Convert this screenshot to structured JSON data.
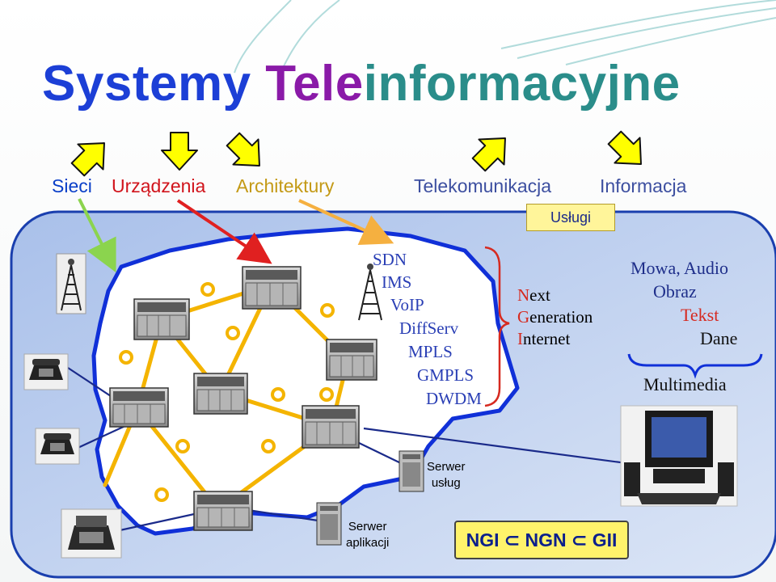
{
  "title": {
    "part1": "Systemy",
    "part2": "Tele",
    "part3": "informacyjne"
  },
  "categories": [
    {
      "label": "Sieci",
      "color": "#0a3fc8"
    },
    {
      "label": "Urządzenia",
      "color": "#d1141c"
    },
    {
      "label": "Architektury",
      "color": "#c49a16"
    },
    {
      "label": "Telekomunikacja",
      "color": "#3d4fa0"
    },
    {
      "label": "Informacja",
      "color": "#3d4fa0"
    }
  ],
  "uslugi": "Usługi",
  "technologies": [
    "SDN",
    "IMS",
    "VoIP",
    "DiffServ",
    "MPLS",
    "GMPLS",
    "DWDM"
  ],
  "ngi": [
    {
      "cap": "N",
      "rest": "ext"
    },
    {
      "cap": "G",
      "rest": "eneration"
    },
    {
      "cap": "I",
      "rest": "nternet"
    }
  ],
  "media": [
    "Mowa, Audio",
    "Obraz",
    "Tekst",
    "Dane"
  ],
  "multimedia": "Multimedia",
  "server_services": [
    "Serwer",
    "usług"
  ],
  "server_apps": [
    "Serwer",
    "aplikacji"
  ],
  "formula": "NGI ⊂ NGN ⊂ GII",
  "colors": {
    "title_blue": "#1c3fd6",
    "title_purple": "#8a1aa8",
    "title_teal": "#2a8d8a",
    "network_fill": "#c3d3ef",
    "cloud_fill": "#ffffff",
    "link_yellow": "#f4b400",
    "arrow_yellow": "#ffff00",
    "border_blue": "#1030d8",
    "accent_red": "#d62a20"
  },
  "icons": [
    "yellow-arrow-icon",
    "network-switch-icon",
    "telephone-icon",
    "fax-icon",
    "antenna-tower-icon",
    "server-tower-icon",
    "computer-icon"
  ]
}
